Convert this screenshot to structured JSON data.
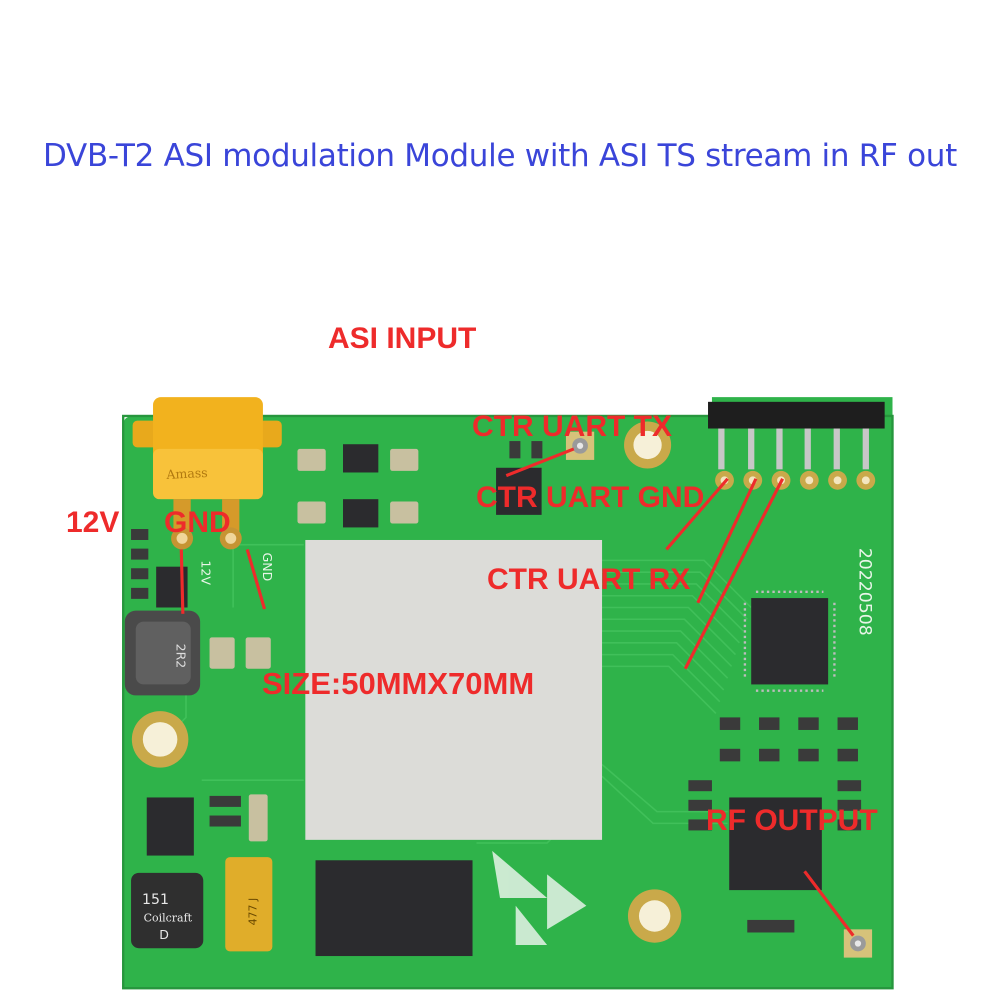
{
  "title": "DVB-T2 ASI modulation Module with ASI TS stream in RF out",
  "labels": {
    "asi_input": "ASI INPUT",
    "uart_tx": "CTR UART TX",
    "uart_gnd": "CTR UART GND",
    "uart_rx": "CTR UART RX",
    "v12": "12V",
    "gnd": "GND",
    "size": "SIZE:50MMX70MM",
    "rf_output": "RF OUTPUT"
  },
  "silkscreen": {
    "connector_brand": "Amass",
    "pin_12v": "12V",
    "pin_gnd": "GND",
    "date_code": "20220508",
    "inductor": "151",
    "inductor_mark": "D",
    "cap_mark": "477 J",
    "inductor2": "2R2"
  },
  "colors": {
    "board": "#2fb34a",
    "annotation": "#ee2b2b",
    "title": "#3a45d9",
    "heatsink": "#dcdcd8"
  }
}
